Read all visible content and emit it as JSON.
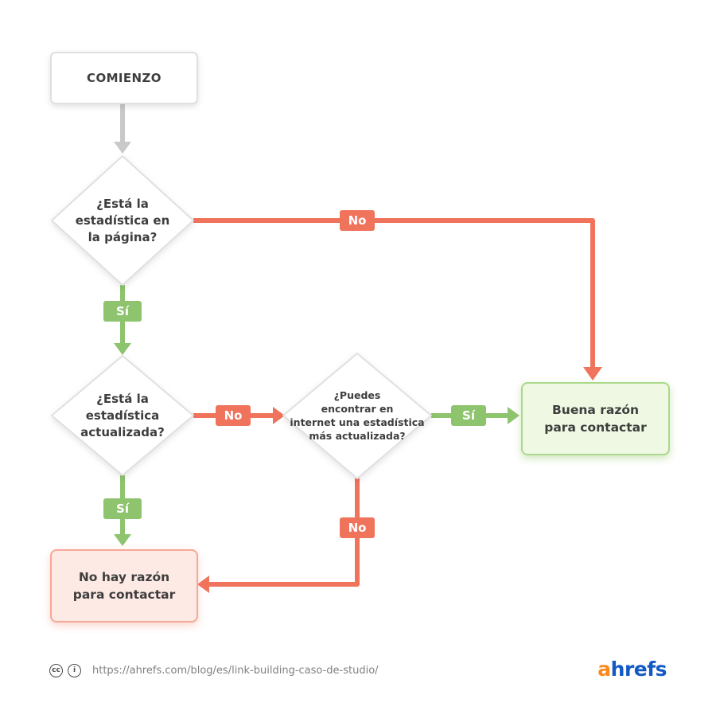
{
  "flowchart": {
    "start_label": "COMIENZO",
    "d1": {
      "lines": [
        "¿Está la",
        "estadística en",
        "la página?"
      ]
    },
    "d2": {
      "lines": [
        "¿Está la",
        "estadística",
        "actualizada?"
      ]
    },
    "d3": {
      "lines": [
        "¿Puedes",
        "encontrar en",
        "internet una estadística",
        "más actualizada?"
      ]
    },
    "good_outcome": {
      "lines": [
        "Buena razón",
        "para contactar"
      ]
    },
    "bad_outcome": {
      "lines": [
        "No hay razón",
        "para contactar"
      ]
    },
    "yes_label": "Sí",
    "no_label": "No"
  },
  "footer": {
    "cc_icon_text": "cc",
    "attribution_icon_text": "i",
    "url": "https://ahrefs.com/blog/es/link-building-caso-de-studio/",
    "logo_a": "a",
    "logo_rest": "hrefs"
  },
  "colors": {
    "no_red": "#f0735c",
    "yes_green": "#8ec46e",
    "good_box_bg": "#eef8e2",
    "good_box_border": "#abd98c",
    "bad_box_bg": "#fdeae4",
    "bad_box_border": "#f5a898",
    "gray_arrow": "#c9c9c9",
    "logo_orange": "#f68a1e",
    "logo_blue": "#1259c4"
  }
}
